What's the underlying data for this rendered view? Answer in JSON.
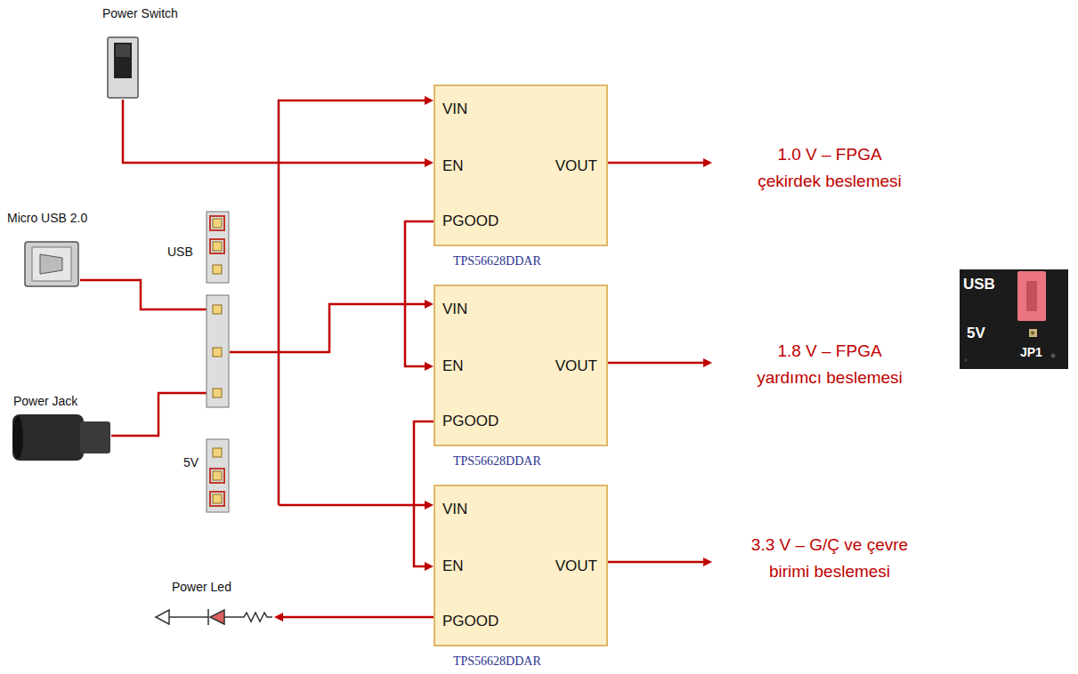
{
  "diagram": {
    "nodes": [
      {
        "text": [
          "VIN",
          "EN",
          "VOUT",
          "PGOOD",
          "TPS56628DDAR"
        ]
      },
      {
        "text": [
          "VIN",
          "EN",
          "VOUT",
          "PGOOD",
          "TPS56628DDAR"
        ]
      },
      {
        "text": [
          "VIN",
          "EN",
          "VOUT",
          "PGOOD",
          "TPS56628DDAR"
        ]
      }
    ],
    "edges": [
      {
        "from": 0,
        "to": 1,
        "arrow": "to"
      },
      {
        "from": 1,
        "to": 2,
        "arrow": "to"
      }
    ],
    "labels": [
      "Power Switch",
      "1.0 V – FPGA çekirdek beslemesi",
      "Micro USB 2.0",
      "USB",
      "1.8 V – FPGA yardımcı beslemesi",
      "Power Jack",
      "5V",
      "3.3 V – G/Ç ve çevre birimi beslemesi",
      "Power Led",
      "USB",
      "5V",
      "JP1"
    ]
  }
}
